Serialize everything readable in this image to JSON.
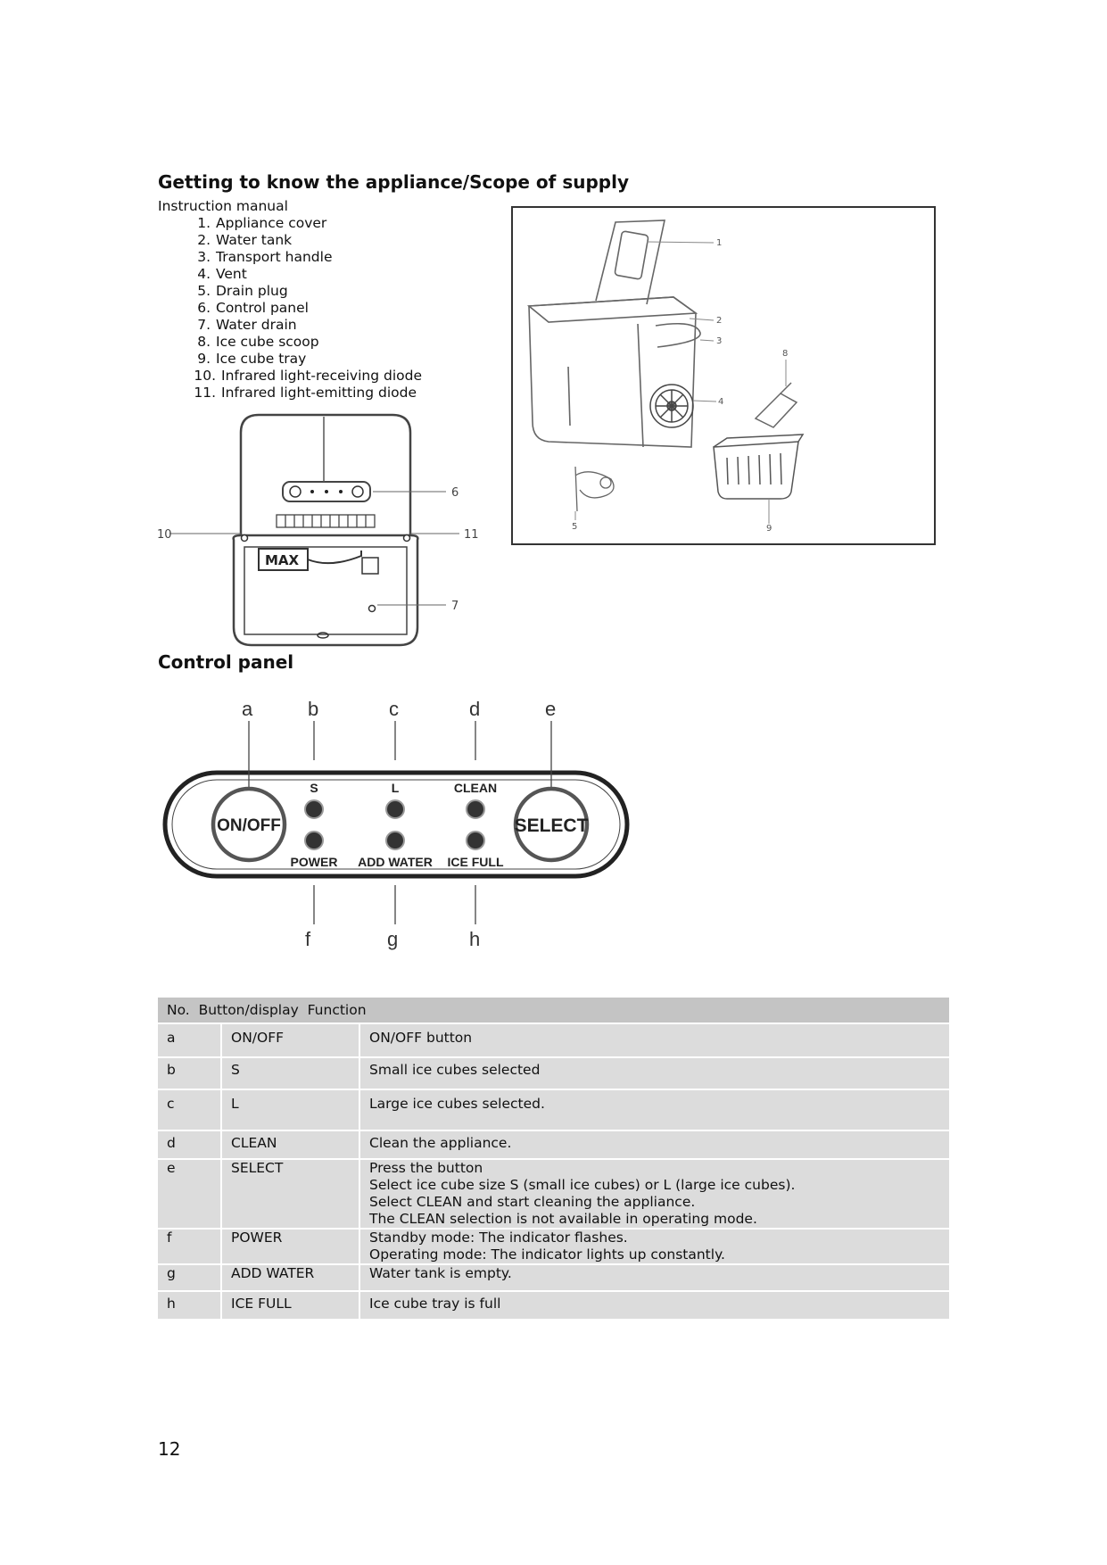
{
  "heading": "Getting to know the appliance/Scope of supply",
  "intro": "Instruction manual",
  "parts": [
    {
      "n": "1.",
      "label": "Appliance cover"
    },
    {
      "n": "2.",
      "label": "Water tank"
    },
    {
      "n": "3.",
      "label": "Transport handle"
    },
    {
      "n": "4.",
      "label": "Vent"
    },
    {
      "n": "5.",
      "label": "Drain plug"
    },
    {
      "n": "6.",
      "label": "Control panel"
    },
    {
      "n": "7.",
      "label": "Water drain"
    },
    {
      "n": "8.",
      "label": "Ice cube scoop"
    },
    {
      "n": "9.",
      "label": "Ice cube tray"
    },
    {
      "n": "10.",
      "label": "Infrared light-receiving diode"
    },
    {
      "n": "11.",
      "label": "Infrared light-emitting diode"
    }
  ],
  "front_diagram": {
    "max_label": "MAX",
    "callouts": [
      "6",
      "7",
      "10",
      "11"
    ]
  },
  "iso_diagram": {
    "callouts": [
      "1",
      "2",
      "3",
      "4",
      "5",
      "8",
      "9"
    ]
  },
  "control_heading": "Control panel",
  "control_panel": {
    "letters_top": [
      "a",
      "b",
      "c",
      "d",
      "e"
    ],
    "letters_bottom": [
      "f",
      "g",
      "h"
    ],
    "on_off": "ON/OFF",
    "select": "SELECT",
    "labels_top": [
      "S",
      "L",
      "CLEAN"
    ],
    "labels_bottom": [
      "POWER",
      "ADD WATER",
      "ICE FULL"
    ]
  },
  "table": {
    "header": "No.  Button/display  Function",
    "rows": [
      {
        "no": "a",
        "button": "ON/OFF",
        "lines": [
          "ON/OFF button"
        ]
      },
      {
        "no": "b",
        "button": "S",
        "lines": [
          "Small ice cubes selected"
        ]
      },
      {
        "no": "c",
        "button": "L",
        "lines": [
          "Large ice cubes selected."
        ]
      },
      {
        "no": "d",
        "button": "CLEAN",
        "lines": [
          "Clean the appliance."
        ]
      },
      {
        "no": "e",
        "button": "SELECT",
        "lines": [
          "Press the button",
          "Select ice cube size S (small ice cubes) or L (large ice cubes).",
          "Select CLEAN and start cleaning the appliance.",
          "The CLEAN selection is not available in operating mode."
        ]
      },
      {
        "no": "f",
        "button": "POWER",
        "lines": [
          "Standby mode: The indicator flashes.",
          "Operating mode: The indicator lights up constantly."
        ]
      },
      {
        "no": "g",
        "button": "ADD WATER",
        "lines": [
          "Water tank is empty."
        ]
      },
      {
        "no": "h",
        "button": "ICE FULL",
        "lines": [
          "Ice cube tray is full"
        ]
      }
    ]
  },
  "page_number": "12"
}
